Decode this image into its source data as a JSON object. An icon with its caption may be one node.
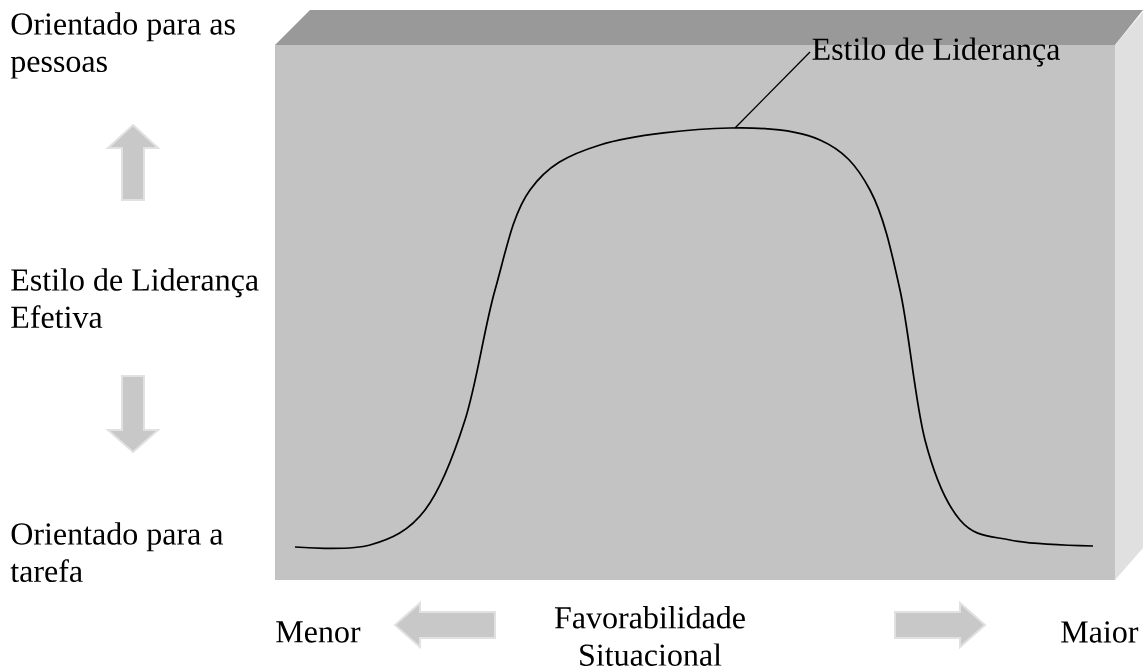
{
  "diagram": {
    "nodes": [
      {
        "text": [
          "Estilo de Liderança"
        ]
      },
      {
        "text": [],
        "shape": "curve"
      }
    ],
    "edges": [
      {
        "from": 0,
        "to": 1,
        "arrow": "none"
      }
    ],
    "labels": [
      "Orientado para as pessoas",
      "Estilo de Liderança Efetiva",
      "Orientado para a tarefa",
      "Menor",
      "Favorabilidade Situacional",
      "Maior"
    ]
  }
}
